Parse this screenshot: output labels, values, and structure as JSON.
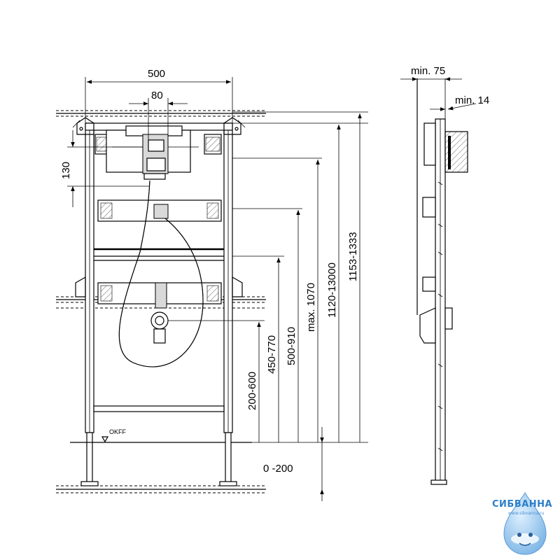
{
  "dimensions": {
    "width_total": "500",
    "width_valve": "80",
    "height_130": "130",
    "range_200_600": "200-600",
    "range_450_770": "450-770",
    "range_500_910": "500-910",
    "max_1070": "max. 1070",
    "range_1120": "1120-13000",
    "range_1153": "1153-1333",
    "range_0_200": "0 -200",
    "min_75": "min. 75",
    "min_14": "min. 14"
  },
  "labels": {
    "okff": "OKFF"
  },
  "logo": {
    "name": "СИБВАННА",
    "url": "www.sibvanna.ru",
    "color": "#2b7fc9"
  }
}
